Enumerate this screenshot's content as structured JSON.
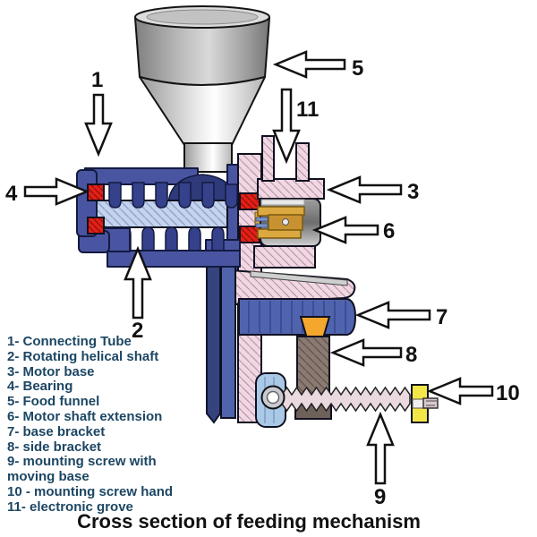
{
  "title": "Cross section of feeding mechanism",
  "legend": {
    "lines": [
      "1- Connecting Tube",
      "2- Rotating helical shaft",
      "3- Motor base",
      "4- Bearing",
      "5- Food funnel",
      "6- Motor shaft extension",
      "7- base bracket",
      "8- side bracket",
      "9- mounting screw with",
      "moving base",
      "10 - mounting screw hand",
      "11- electronic grove"
    ]
  },
  "callouts": {
    "n1": "1",
    "n2": "2",
    "n3": "3",
    "n4": "4",
    "n5": "5",
    "n6": "6",
    "n7": "7",
    "n8": "8",
    "n9": "9",
    "n10": "10",
    "n11": "11"
  },
  "colors": {
    "legend_text": "#1c4663",
    "title_text": "#111111",
    "tube_blue": "#4a55a2",
    "fin_blue": "#36418c",
    "shaft_core": "#c5d4ee",
    "bearing_red": "#e32017",
    "motor_base_pink": "#f2d7e3",
    "shaft_extension_gold": "#dba93f",
    "bracket_blue": "#5064ae",
    "side_bracket_brown": "#8a7a72",
    "side_bracket_dark": "#6e6159",
    "moving_base_blue": "#aac9e6",
    "screw_pink": "#ead9de",
    "screw_hand_yellow": "#f3e648",
    "wedge_orange": "#f5a62c",
    "funnel_gray": "#b9b9b9"
  }
}
